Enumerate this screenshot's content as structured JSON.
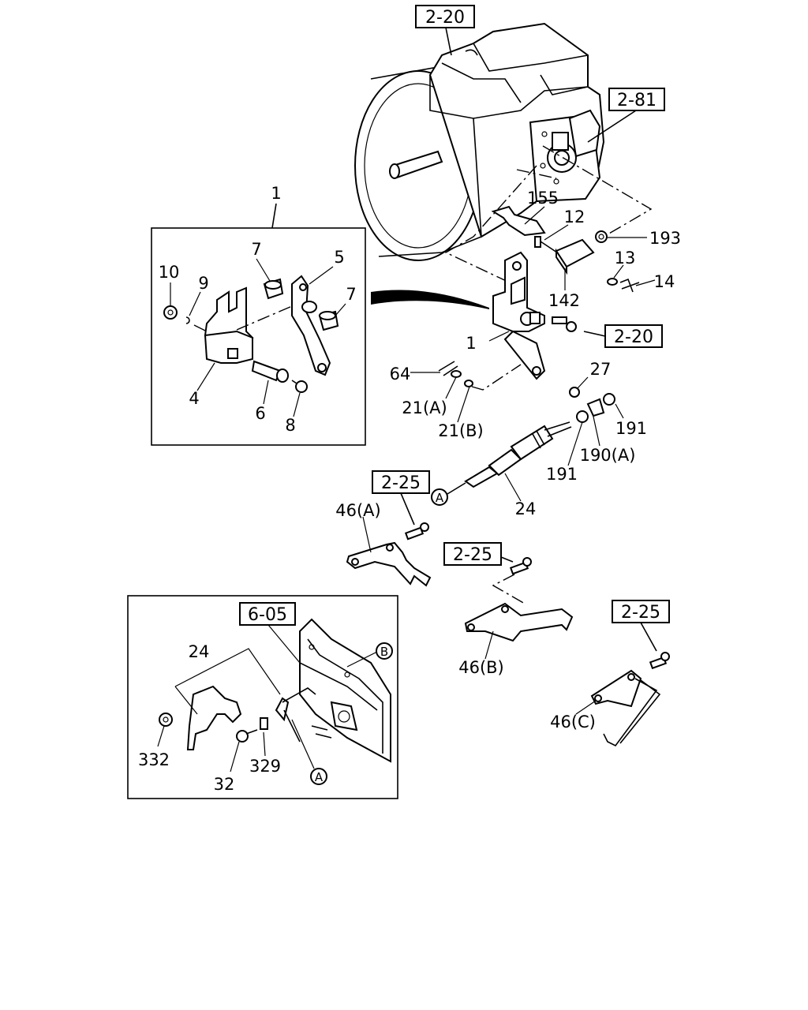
{
  "refs": {
    "top_2_20": "2-20",
    "r_2_81": "2-81",
    "mid_2_20": "2-20",
    "a_2_25": "2-25",
    "b_2_25": "2-25",
    "c_2_25": "2-25",
    "inset_6_05": "6-05"
  },
  "labels": {
    "p1_top": "1",
    "p7_a": "7",
    "p5": "5",
    "p10": "10",
    "p9": "9",
    "p7_b": "7",
    "p4": "4",
    "p6": "6",
    "p8": "8",
    "p155": "155",
    "p12": "12",
    "p193": "193",
    "p13": "13",
    "p14": "14",
    "p142": "142",
    "p1": "1",
    "p27": "27",
    "p64": "64",
    "p21a": "21(A)",
    "p21b": "21(B)",
    "p191_a": "191",
    "p190a": "190(A)",
    "p191_b": "191",
    "p24": "24",
    "p46a": "46(A)",
    "p46b": "46(B)",
    "p46c": "46(C)",
    "p24_inset": "24",
    "p332": "332",
    "p32": "32",
    "p329": "329"
  },
  "circles": {
    "a_main": "A",
    "b_inset": "B",
    "a_inset": "A"
  }
}
